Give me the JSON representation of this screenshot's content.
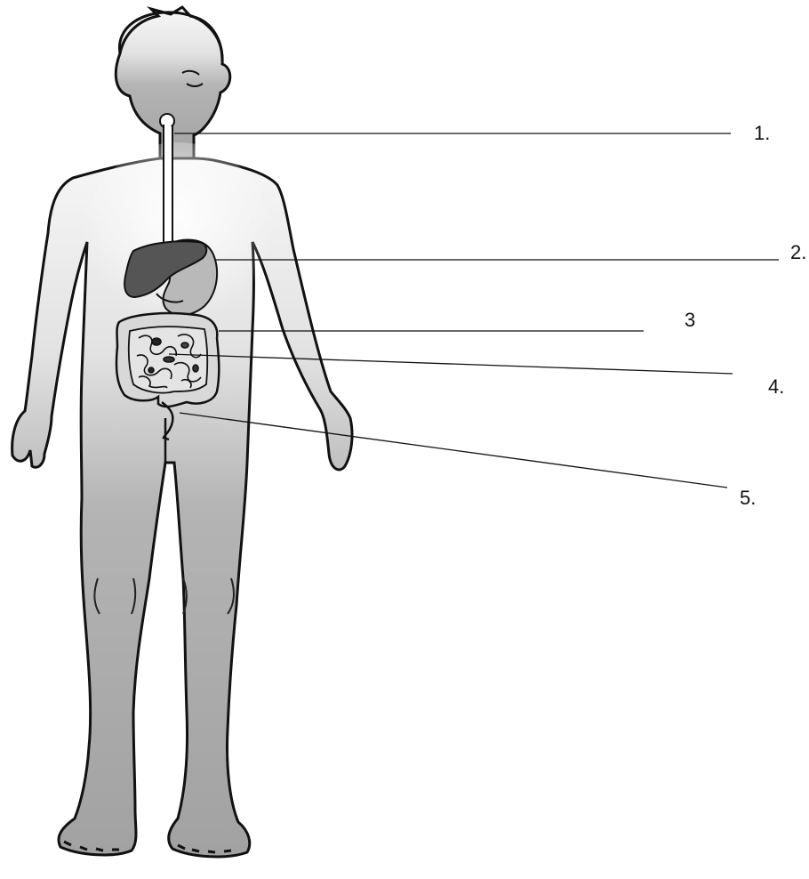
{
  "labels": [
    {
      "id": "label-1",
      "text": "1."
    },
    {
      "id": "label-2",
      "text": "2."
    },
    {
      "id": "label-3",
      "text": "3"
    },
    {
      "id": "label-4",
      "text": "4."
    },
    {
      "id": "label-5",
      "text": "5."
    }
  ],
  "colors": {
    "outline": "#111111",
    "body_light": "#f4f4f4",
    "body_mid": "#c8c8c8",
    "body_dark": "#a0a0a0",
    "liver": "#555555",
    "stomach": "#b8b8b8",
    "intestine": "#d6d6d6",
    "leader_line": "#111111"
  },
  "icons": [
    "human-body-figure",
    "esophagus",
    "liver",
    "stomach",
    "small-intestine",
    "large-intestine",
    "rectum"
  ]
}
